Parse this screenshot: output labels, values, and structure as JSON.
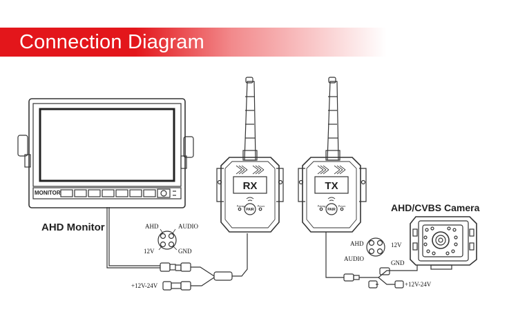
{
  "header": {
    "title": "Connection Diagram"
  },
  "monitor": {
    "label": "AHD Monitor",
    "brand": "MONITOR"
  },
  "receiver": {
    "label": "RX",
    "pair": "PAIR",
    "led_left": "Pairing",
    "led_right": "Power"
  },
  "transmitter": {
    "label": "TX",
    "pair": "PAIR",
    "led_left": "Pairing",
    "led_right": "Power"
  },
  "camera": {
    "label": "AHD/CVBS Camera"
  },
  "pinout_left": {
    "ahd": "AHD",
    "audio": "AUDIO",
    "v12": "12V",
    "gnd": "GND"
  },
  "pinout_right": {
    "ahd": "AHD",
    "audio": "AUDIO",
    "v12": "12V",
    "gnd": "GND"
  },
  "power_left": "+12V-24V",
  "power_right": "+12V-24V",
  "colors": {
    "banner": "#e3161b",
    "line": "#333333"
  }
}
